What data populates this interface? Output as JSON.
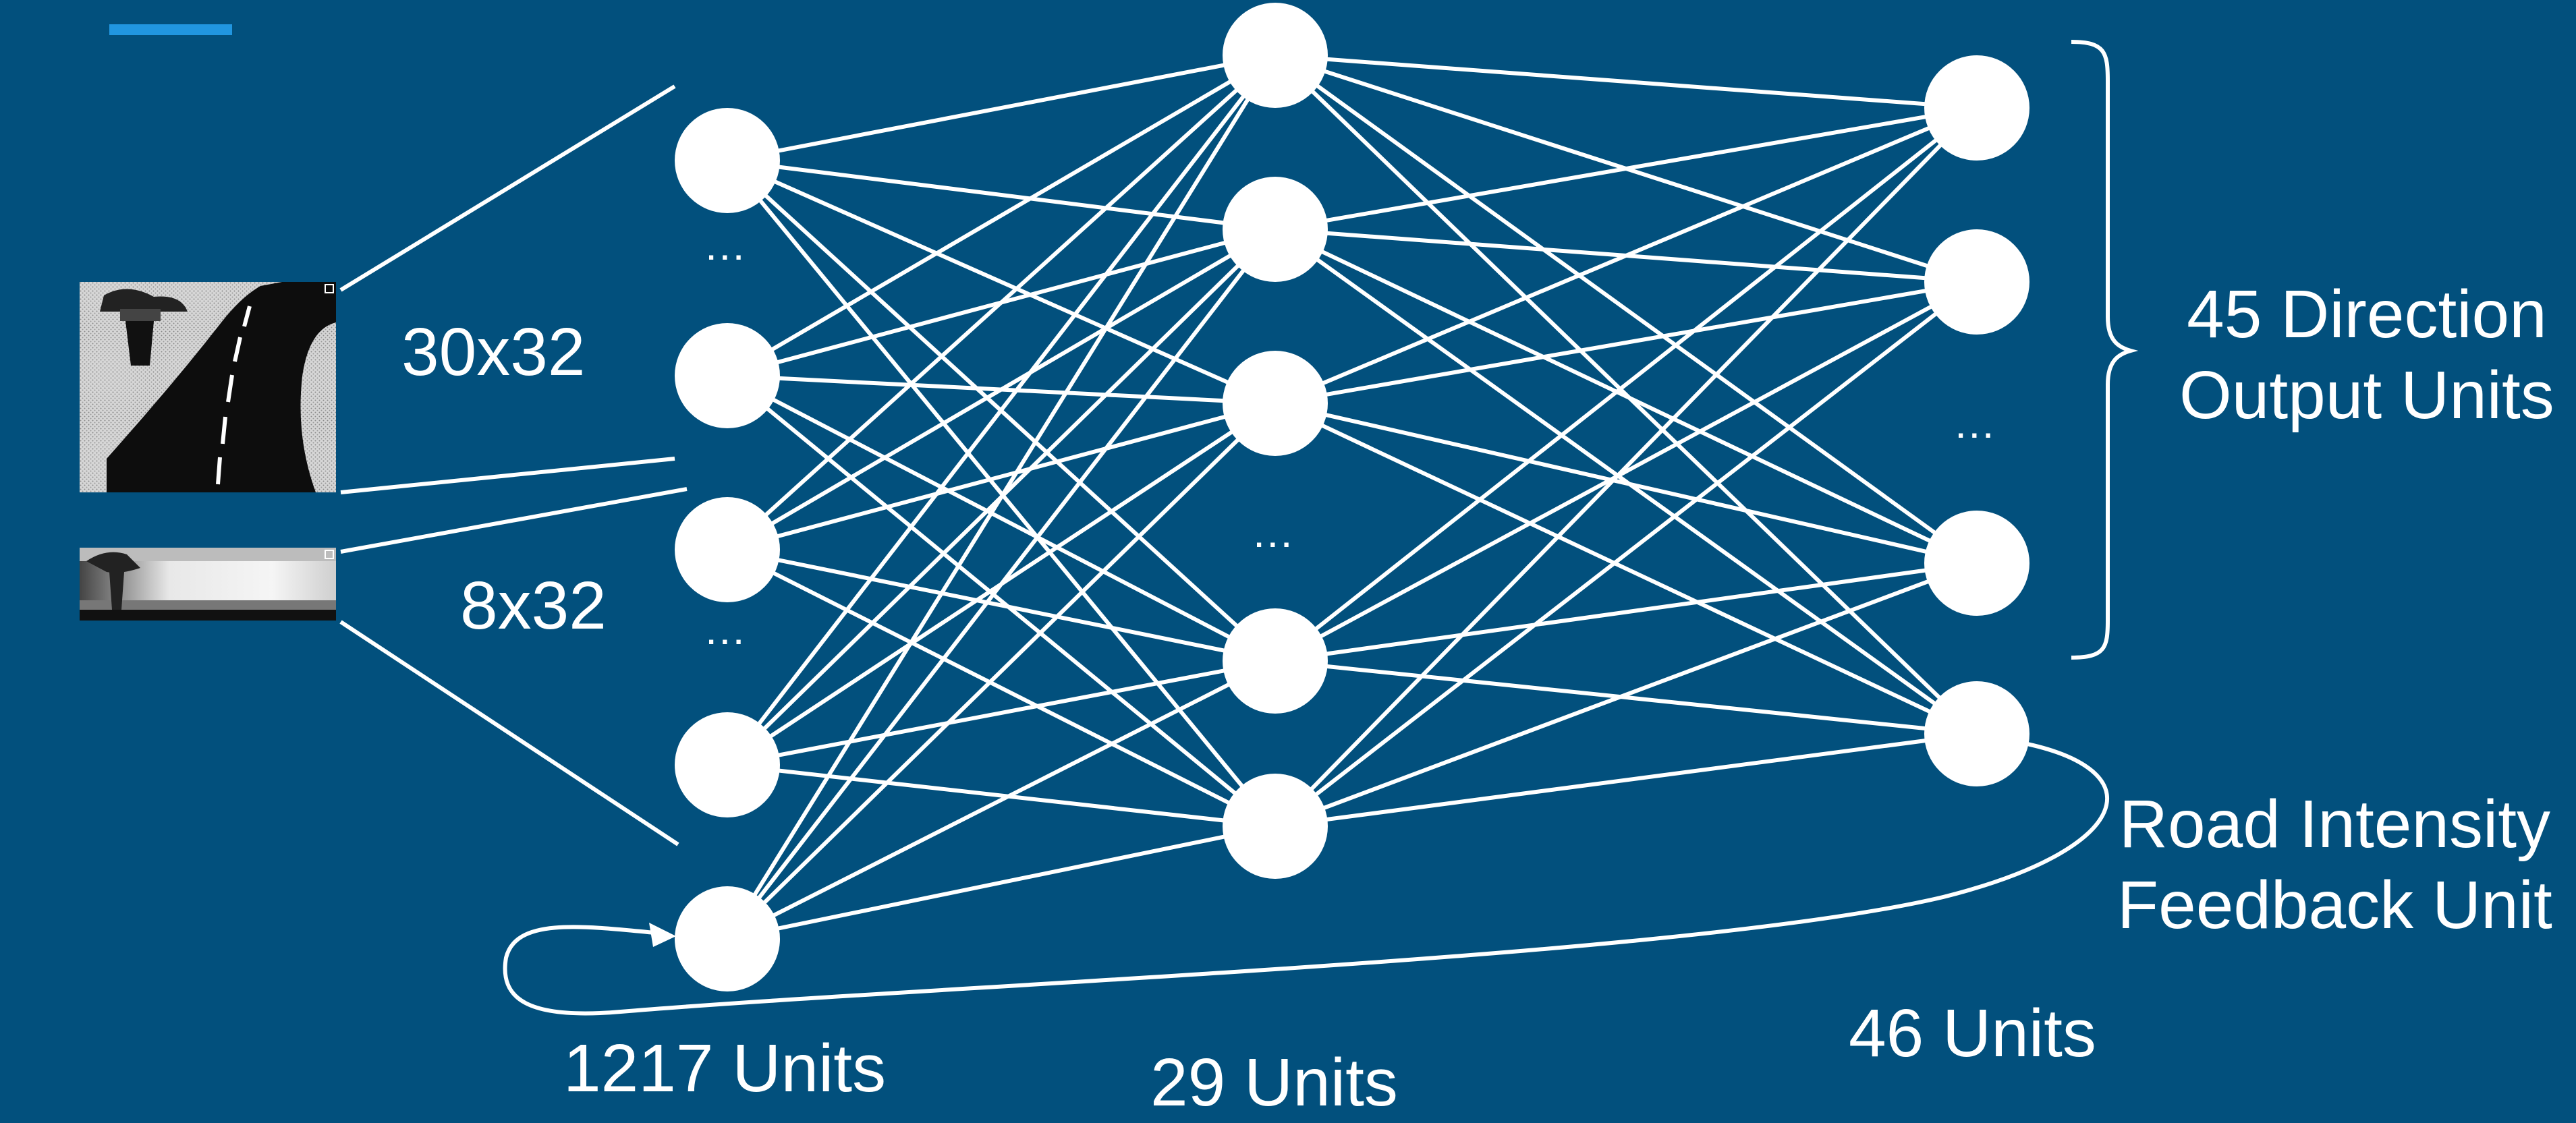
{
  "colors": {
    "background": "#02507d",
    "accent": "#2196e0",
    "foreground": "#ffffff"
  },
  "inputs": {
    "retina_label": "30x32",
    "rangefinder_label": "8x32"
  },
  "layers": {
    "input_units": "1217 Units",
    "hidden_units": "29 Units",
    "output_units": "46 Units"
  },
  "outputs": {
    "direction_line1": "45 Direction",
    "direction_line2": "Output Units",
    "feedback_line1": "Road Intensity",
    "feedback_line2": "Feedback Unit"
  },
  "ellipsis": "..."
}
